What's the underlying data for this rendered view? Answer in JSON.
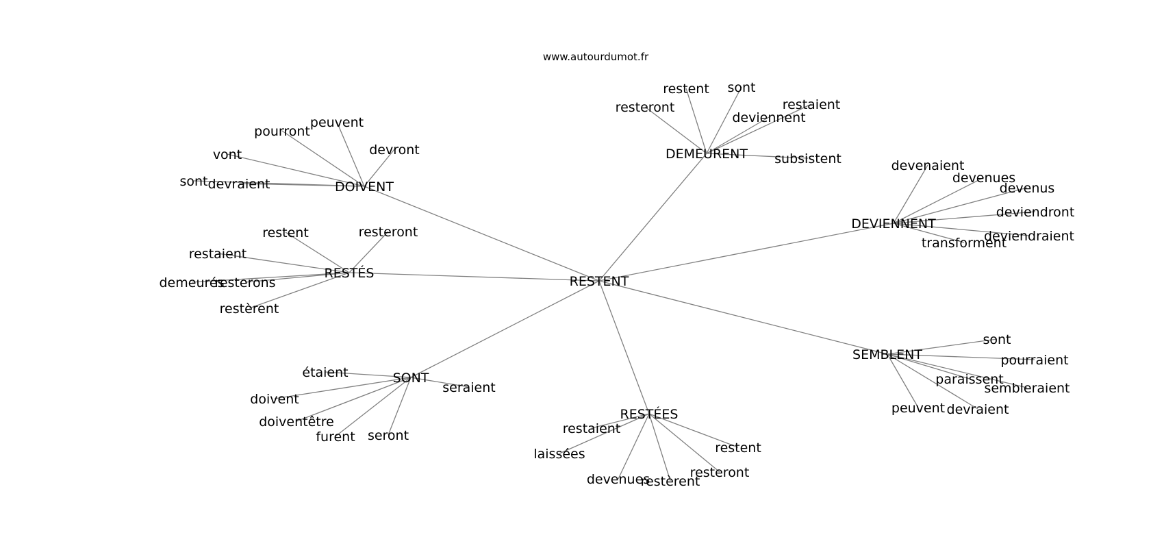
{
  "source": "www.autourdumot.fr",
  "center": "RESTENT",
  "groups": [
    {
      "hub": "DOIVENT",
      "leaves": [
        "pourront",
        "peuvent",
        "vont",
        "devront",
        "sont",
        "devraient"
      ]
    },
    {
      "hub": "DEMEURENT",
      "leaves": [
        "restent",
        "sont",
        "resteront",
        "restaient",
        "deviennent",
        "subsistent"
      ]
    },
    {
      "hub": "DEVIENNENT",
      "leaves": [
        "devenaient",
        "devenues",
        "devenus",
        "deviendront",
        "deviendraient",
        "transforment"
      ]
    },
    {
      "hub": "RESTÉS",
      "leaves": [
        "restent",
        "resteront",
        "restaient",
        "demeurés",
        "resterons",
        "restèrent"
      ]
    },
    {
      "hub": "SEMBLENT",
      "leaves": [
        "sont",
        "pourraient",
        "paraissent",
        "sembleraient",
        "peuvent",
        "devraient"
      ]
    },
    {
      "hub": "SONT",
      "leaves": [
        "étaient",
        "seraient",
        "doivent",
        "doiventêtre",
        "furent",
        "seront"
      ]
    },
    {
      "hub": "RESTÉES",
      "leaves": [
        "restaient",
        "laissées",
        "restent",
        "resteront",
        "devenues",
        "restèrent"
      ]
    }
  ]
}
